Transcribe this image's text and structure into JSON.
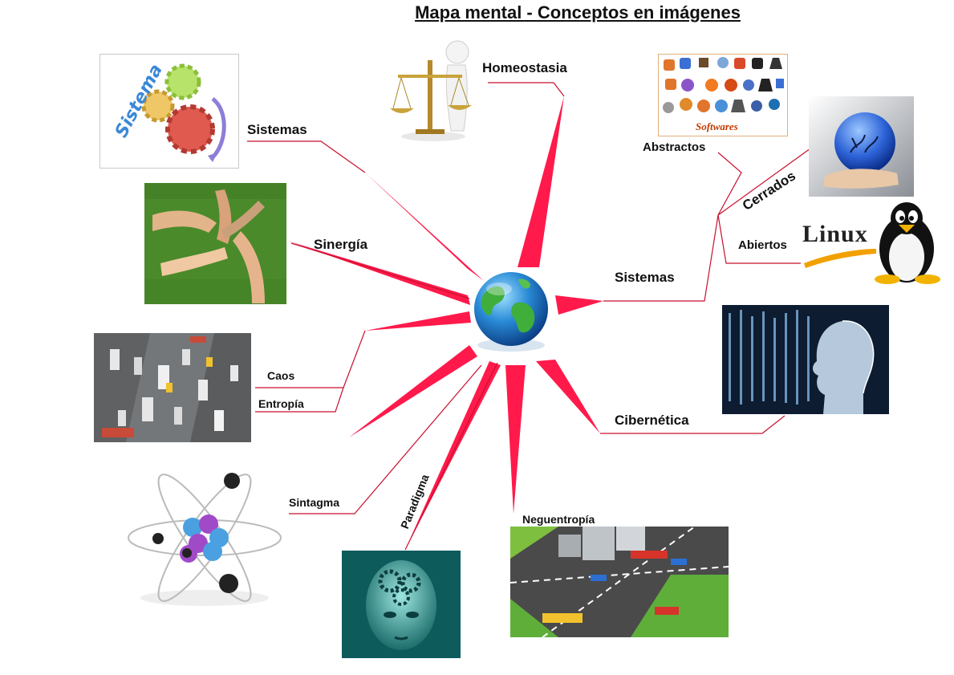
{
  "title": "Mapa mental - Conceptos en imágenes",
  "center": {
    "icon": "globe-icon"
  },
  "nodes": {
    "homeostasia": "Homeostasia",
    "sistemas_left": "Sistemas",
    "sinergia": "Sinergía",
    "caos": "Caos",
    "entropia": "Entropía",
    "sintagma": "Sintagma",
    "paradigma": "Paradigma",
    "neguentropia": "Neguentropía",
    "cibernetica": "Cibernética",
    "sistemas_right": "Sistemas",
    "abstractos": "Abstractos",
    "cerrados": "Cerrados",
    "abiertos": "Abiertos"
  },
  "images": {
    "sistema_gears": {
      "icon": "gears-icon",
      "caption": "Sistema"
    },
    "balance_scale": {
      "icon": "balance-scale-icon"
    },
    "software_logos": {
      "icon": "software-logos-icon",
      "caption": "Softwares"
    },
    "crystal_ball": {
      "icon": "crystal-ball-icon"
    },
    "linux": {
      "icon": "tux-penguin-icon",
      "caption": "Linux"
    },
    "hands": {
      "icon": "linked-hands-icon"
    },
    "traffic_chaos": {
      "icon": "traffic-aerial-icon"
    },
    "digital_head": {
      "icon": "digital-head-icon"
    },
    "atom": {
      "icon": "atom-icon"
    },
    "mind_head": {
      "icon": "gear-head-icon"
    },
    "city_intersection": {
      "icon": "city-intersection-icon"
    }
  },
  "colors": {
    "spoke": "#ff1a4b",
    "connector": "#c8102e"
  }
}
